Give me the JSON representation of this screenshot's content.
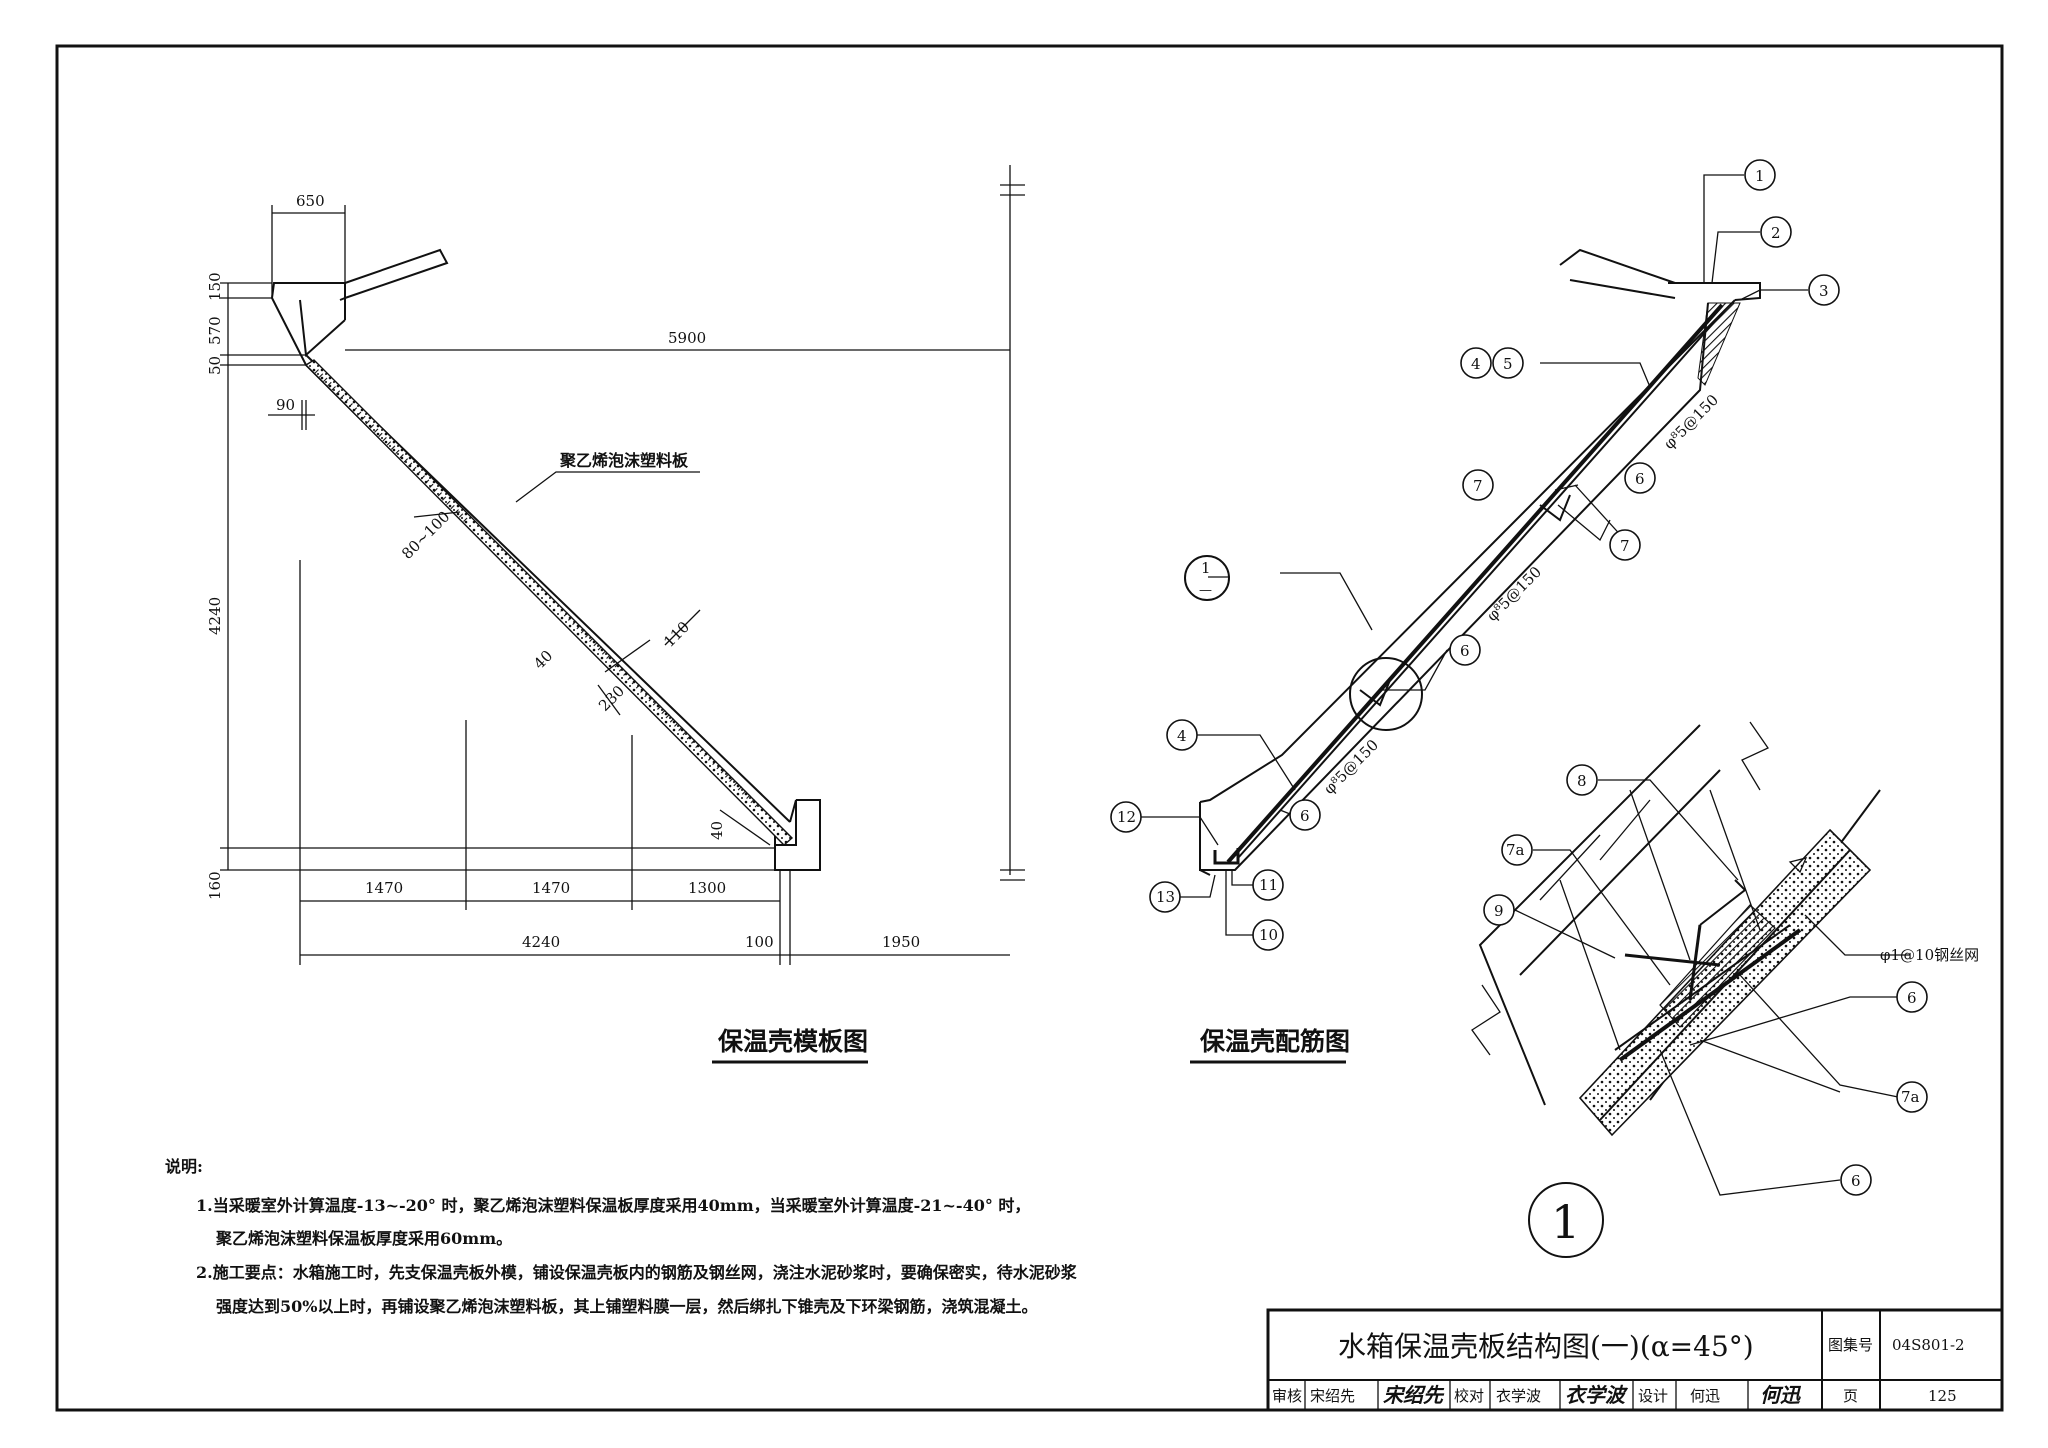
{
  "left_drawing": {
    "caption": "保温壳模板图",
    "material_label": "聚乙烯泡沫塑料板",
    "dims": {
      "top_width": "650",
      "h150": "150",
      "h570": "570",
      "h50": "50",
      "d90": "90",
      "span5900": "5900",
      "h4240": "4240",
      "h160": "160",
      "t80_100": "80~100",
      "t40a": "40",
      "t110": "110",
      "t230": "230",
      "t40b": "40",
      "b1470a": "1470",
      "b1470b": "1470",
      "b1300": "1300",
      "b4240": "4240",
      "b100": "100",
      "b1950": "1950"
    }
  },
  "right_drawing": {
    "caption": "保温壳配筋图",
    "rebar_label": "φ⁸5@150",
    "mesh_label": "φ1@10钢丝网",
    "section_mark_num": "1",
    "section_mark_den": "—",
    "detail_mark": "1",
    "callouts": {
      "c1": "1",
      "c2": "2",
      "c3": "3",
      "c4a": "4",
      "c5": "5",
      "c7a": "7",
      "c6a": "6",
      "c7b": "7",
      "c6b": "6",
      "c4b": "4",
      "c6c": "6",
      "c12": "12",
      "c13": "13",
      "c11": "11",
      "c10": "10",
      "c8": "8",
      "c7a1": "7a",
      "c9": "9",
      "c6d": "6",
      "c7a2": "7a",
      "c6e": "6"
    }
  },
  "notes": {
    "heading": "说明:",
    "line1": "1.当采暖室外计算温度-13~-20° 时，聚乙烯泡沫塑料保温板厚度采用40mm，当采暖室外计算温度-21~-40° 时，",
    "line2": "聚乙烯泡沫塑料保温板厚度采用60mm。",
    "line3": "2.施工要点：水箱施工时，先支保温壳板外模，铺设保温壳板内的钢筋及钢丝网，浇注水泥砂浆时，要确保密实，待水泥砂浆",
    "line4": "强度达到50%以上时，再铺设聚乙烯泡沫塑料板，其上铺塑料膜一层，然后绑扎下锥壳及下环梁钢筋，浇筑混凝土。"
  },
  "title_block": {
    "title": "水箱保温壳板结构图(一)(α=45°)",
    "atlas_label": "图集号",
    "atlas_no": "04S801-2",
    "review_label": "审核",
    "reviewer": "宋绍先",
    "check_label": "校对",
    "checker": "衣学波",
    "design_label": "设计",
    "designer": "何迅",
    "page_label": "页",
    "page_no": "125"
  }
}
